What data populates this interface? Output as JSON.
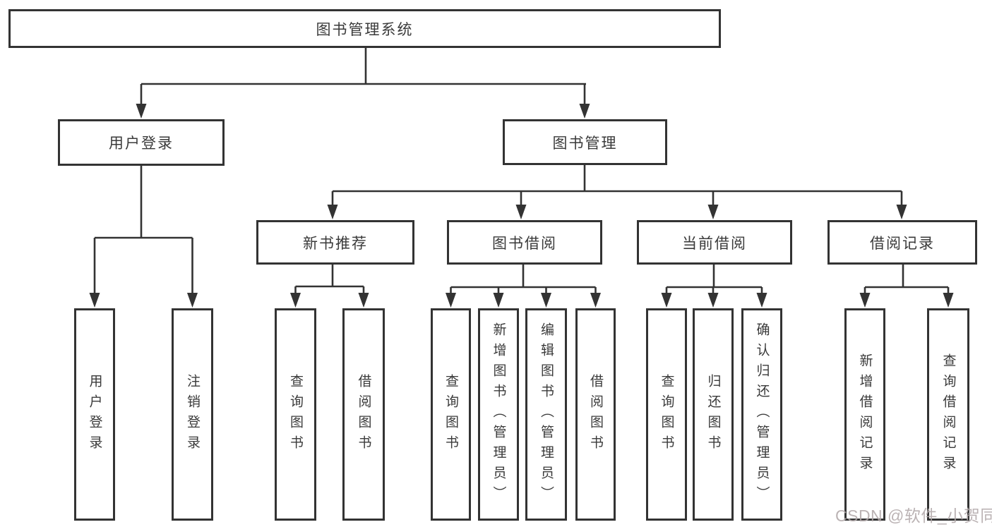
{
  "diagram": {
    "root": {
      "label": "图书管理系统"
    },
    "user_login": {
      "label": "用户登录",
      "children": [
        {
          "label": "用户登录"
        },
        {
          "label": "注销登录"
        }
      ]
    },
    "book_management": {
      "label": "图书管理",
      "sections": {
        "new_book": {
          "label": "新书推荐",
          "children": [
            {
              "label": "查询图书"
            },
            {
              "label": "借阅图书"
            }
          ]
        },
        "book_borrow": {
          "label": "图书借阅",
          "children": [
            {
              "label": "查询图书"
            },
            {
              "label": "新增图书（管理员）"
            },
            {
              "label": "编辑图书（管理员）"
            },
            {
              "label": "借阅图书"
            }
          ]
        },
        "current_borrow": {
          "label": "当前借阅",
          "children": [
            {
              "label": "查询图书"
            },
            {
              "label": "归还图书"
            },
            {
              "label": "确认归还（管理员）"
            }
          ]
        },
        "borrow_record": {
          "label": "借阅记录",
          "children": [
            {
              "label": "新增借阅记录"
            },
            {
              "label": "查询借阅记录"
            }
          ]
        }
      }
    }
  },
  "watermark": {
    "text": "CSDN @软件_小贺同学"
  },
  "colors": {
    "line": "#333333",
    "box_border": "#333333",
    "box_fill": "#ffffff",
    "text": "#3a3a3a",
    "watermark": "#b2a8aa"
  }
}
